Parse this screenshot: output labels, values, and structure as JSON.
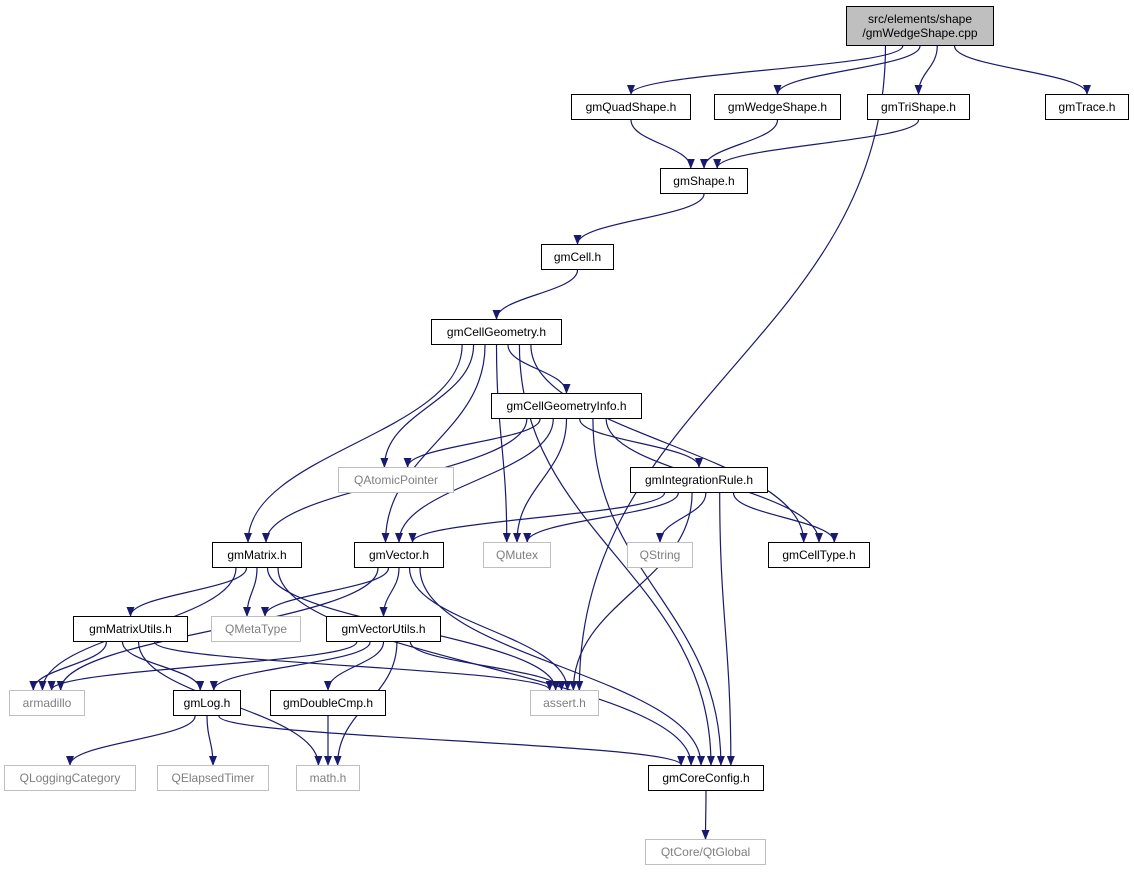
{
  "colors": {
    "edge": "#191970",
    "main_fill": "#bfbfbf",
    "external_border": "#bfbfbf",
    "external_text": "#7f7f7f"
  },
  "nodes": {
    "main": {
      "label": "src/elements/shape\n/gmWedgeShape.cpp",
      "kind": "main"
    },
    "gmQuadShape": {
      "label": "gmQuadShape.h",
      "kind": "doc"
    },
    "gmWedgeShape": {
      "label": "gmWedgeShape.h",
      "kind": "doc"
    },
    "gmTriShape": {
      "label": "gmTriShape.h",
      "kind": "doc"
    },
    "gmTrace": {
      "label": "gmTrace.h",
      "kind": "doc"
    },
    "gmShape": {
      "label": "gmShape.h",
      "kind": "doc"
    },
    "gmCell": {
      "label": "gmCell.h",
      "kind": "doc"
    },
    "gmCellGeometry": {
      "label": "gmCellGeometry.h",
      "kind": "doc"
    },
    "gmCellGeometryInfo": {
      "label": "gmCellGeometryInfo.h",
      "kind": "doc"
    },
    "QAtomicPointer": {
      "label": "QAtomicPointer",
      "kind": "ext"
    },
    "gmIntegrationRule": {
      "label": "gmIntegrationRule.h",
      "kind": "doc"
    },
    "gmMatrix": {
      "label": "gmMatrix.h",
      "kind": "doc"
    },
    "gmVector": {
      "label": "gmVector.h",
      "kind": "doc"
    },
    "QMutex": {
      "label": "QMutex",
      "kind": "ext"
    },
    "QString": {
      "label": "QString",
      "kind": "ext"
    },
    "gmCellType": {
      "label": "gmCellType.h",
      "kind": "doc"
    },
    "QMetaType": {
      "label": "QMetaType",
      "kind": "ext"
    },
    "gmMatrixUtils": {
      "label": "gmMatrixUtils.h",
      "kind": "doc"
    },
    "gmVectorUtils": {
      "label": "gmVectorUtils.h",
      "kind": "doc"
    },
    "armadillo": {
      "label": "armadillo",
      "kind": "ext"
    },
    "gmLog": {
      "label": "gmLog.h",
      "kind": "doc"
    },
    "gmDoubleCmp": {
      "label": "gmDoubleCmp.h",
      "kind": "doc"
    },
    "assert": {
      "label": "assert.h",
      "kind": "ext"
    },
    "QLoggingCategory": {
      "label": "QLoggingCategory",
      "kind": "ext"
    },
    "QElapsedTimer": {
      "label": "QElapsedTimer",
      "kind": "ext"
    },
    "math": {
      "label": "math.h",
      "kind": "ext"
    },
    "gmCoreConfig": {
      "label": "gmCoreConfig.h",
      "kind": "doc"
    },
    "QtGlobal": {
      "label": "QtCore/QtGlobal",
      "kind": "ext"
    }
  },
  "edges": [
    [
      "main",
      "gmQuadShape"
    ],
    [
      "main",
      "gmWedgeShape"
    ],
    [
      "main",
      "gmTriShape"
    ],
    [
      "main",
      "gmTrace"
    ],
    [
      "main",
      "assert"
    ],
    [
      "gmQuadShape",
      "gmShape"
    ],
    [
      "gmWedgeShape",
      "gmShape"
    ],
    [
      "gmTriShape",
      "gmShape"
    ],
    [
      "gmShape",
      "gmCell"
    ],
    [
      "gmCell",
      "gmCellGeometry"
    ],
    [
      "gmCellGeometry",
      "gmCellGeometryInfo"
    ],
    [
      "gmCellGeometry",
      "QAtomicPointer"
    ],
    [
      "gmCellGeometry",
      "gmMatrix"
    ],
    [
      "gmCellGeometry",
      "gmVector"
    ],
    [
      "gmCellGeometry",
      "QMutex"
    ],
    [
      "gmCellGeometry",
      "gmCellType"
    ],
    [
      "gmCellGeometry",
      "gmCoreConfig"
    ],
    [
      "gmCellGeometryInfo",
      "QAtomicPointer"
    ],
    [
      "gmCellGeometryInfo",
      "gmMatrix"
    ],
    [
      "gmCellGeometryInfo",
      "gmVector"
    ],
    [
      "gmCellGeometryInfo",
      "QMutex"
    ],
    [
      "gmCellGeometryInfo",
      "gmIntegrationRule"
    ],
    [
      "gmCellGeometryInfo",
      "gmCellType"
    ],
    [
      "gmCellGeometryInfo",
      "gmCoreConfig"
    ],
    [
      "gmIntegrationRule",
      "gmVector"
    ],
    [
      "gmIntegrationRule",
      "QMutex"
    ],
    [
      "gmIntegrationRule",
      "QString"
    ],
    [
      "gmIntegrationRule",
      "gmCellType"
    ],
    [
      "gmIntegrationRule",
      "assert"
    ],
    [
      "gmIntegrationRule",
      "gmCoreConfig"
    ],
    [
      "gmMatrix",
      "QMetaType"
    ],
    [
      "gmMatrix",
      "gmMatrixUtils"
    ],
    [
      "gmMatrix",
      "armadillo"
    ],
    [
      "gmMatrix",
      "assert"
    ],
    [
      "gmMatrix",
      "gmCoreConfig"
    ],
    [
      "gmVector",
      "QMetaType"
    ],
    [
      "gmVector",
      "gmVectorUtils"
    ],
    [
      "gmVector",
      "armadillo"
    ],
    [
      "gmVector",
      "assert"
    ],
    [
      "gmVector",
      "gmCoreConfig"
    ],
    [
      "gmMatrixUtils",
      "armadillo"
    ],
    [
      "gmMatrixUtils",
      "gmLog"
    ],
    [
      "gmMatrixUtils",
      "math"
    ],
    [
      "gmMatrixUtils",
      "assert"
    ],
    [
      "gmVectorUtils",
      "armadillo"
    ],
    [
      "gmVectorUtils",
      "gmLog"
    ],
    [
      "gmVectorUtils",
      "gmDoubleCmp"
    ],
    [
      "gmVectorUtils",
      "math"
    ],
    [
      "gmVectorUtils",
      "assert"
    ],
    [
      "gmLog",
      "QLoggingCategory"
    ],
    [
      "gmLog",
      "QElapsedTimer"
    ],
    [
      "gmLog",
      "gmCoreConfig"
    ],
    [
      "gmDoubleCmp",
      "math"
    ],
    [
      "gmCoreConfig",
      "QtGlobal"
    ]
  ]
}
